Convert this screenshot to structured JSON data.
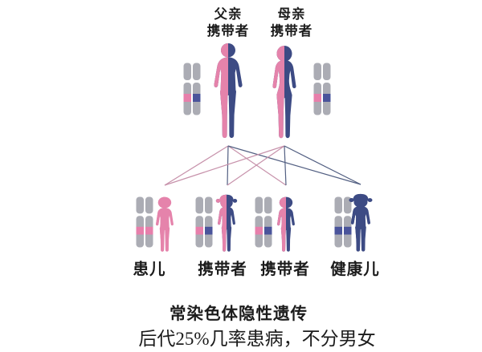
{
  "diagram": {
    "title": "常染色体隐性遗传",
    "subtitle": "后代25%几率患病，不分男女"
  },
  "parents": [
    {
      "name": "father",
      "label": [
        "父亲",
        "携带者"
      ],
      "figure": "adult-male",
      "left_allele": "pink",
      "right_allele": "blue",
      "chromosome_bands": [
        "pink",
        "blue"
      ]
    },
    {
      "name": "mother",
      "label": [
        "母亲",
        "携带者"
      ],
      "figure": "adult-female",
      "left_allele": "pink",
      "right_allele": "blue",
      "chromosome_bands": [
        "pink",
        "blue"
      ]
    }
  ],
  "children": [
    {
      "name": "child-1",
      "label": "患儿",
      "figure": "child",
      "left_allele": "pink",
      "right_allele": "pink",
      "chromosome_bands": [
        "pink",
        "pink"
      ]
    },
    {
      "name": "child-2",
      "label": "携带者",
      "figure": "child-hat",
      "left_allele": "pink",
      "right_allele": "blue",
      "chromosome_bands": [
        "pink",
        "blue"
      ]
    },
    {
      "name": "child-3",
      "label": "携带者",
      "figure": "child",
      "left_allele": "pink",
      "right_allele": "blue",
      "chromosome_bands": [
        "pink",
        "blue"
      ]
    },
    {
      "name": "child-4",
      "label": "健康儿",
      "figure": "child-hat",
      "left_allele": "blue",
      "right_allele": "blue",
      "chromosome_bands": [
        "blue",
        "blue"
      ]
    }
  ],
  "inheritance_lines": [
    {
      "from": "father",
      "to": "child-1",
      "allele": "pink"
    },
    {
      "from": "father",
      "to": "child-2",
      "allele": "blue"
    },
    {
      "from": "father",
      "to": "child-3",
      "allele": "pink"
    },
    {
      "from": "father",
      "to": "child-4",
      "allele": "blue"
    },
    {
      "from": "mother",
      "to": "child-1",
      "allele": "pink"
    },
    {
      "from": "mother",
      "to": "child-2",
      "allele": "pink"
    },
    {
      "from": "mother",
      "to": "child-3",
      "allele": "blue"
    },
    {
      "from": "mother",
      "to": "child-4",
      "allele": "blue"
    }
  ],
  "colors": {
    "pink": "#e583ab",
    "blue": "#3d4b84",
    "band_pink": "#e77fab",
    "band_blue": "#4a549b",
    "chromosome_gray": "#abacb4",
    "line_pink": "#c792ab",
    "line_blue": "#525f82",
    "text": "#1c1c1c",
    "background": "#ffffff"
  }
}
